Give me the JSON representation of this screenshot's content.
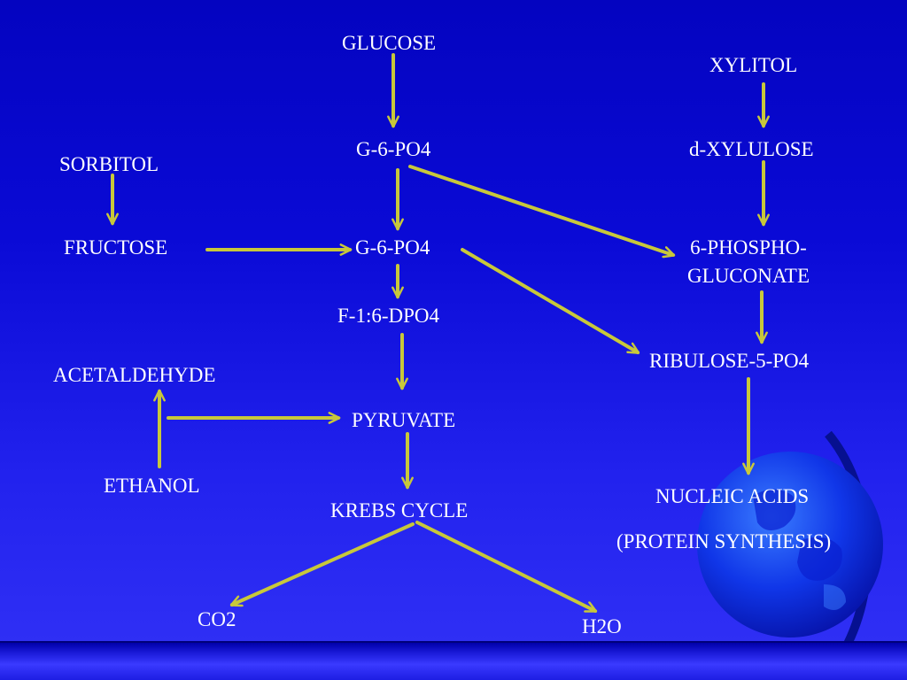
{
  "colors": {
    "arrow": "#c8c83a",
    "text": "#ffffff",
    "background": "#0a0ad6"
  },
  "nodes": {
    "glucose": "GLUCOSE",
    "g6po4_top": "G-6-PO4",
    "g6po4_mid": "G-6-PO4",
    "f16dpo4": "F-1:6-DPO4",
    "pyruvate": "PYRUVATE",
    "krebs_cycle": "KREBS CYCLE",
    "co2": "CO2",
    "h2o": "H2O",
    "sorbitol": "SORBITOL",
    "fructose": "FRUCTOSE",
    "acetaldehyde": "ACETALDEHYDE",
    "ethanol": "ETHANOL",
    "xylitol": "XYLITOL",
    "d_xylulose": "d-XYLULOSE",
    "phosphogluconate_line1": "6-PHOSPHO-",
    "phosphogluconate_line2": "GLUCONATE",
    "ribulose": "RIBULOSE-5-PO4",
    "nucleic_acids": "NUCLEIC ACIDS",
    "protein_synthesis": "(PROTEIN SYNTHESIS)"
  }
}
